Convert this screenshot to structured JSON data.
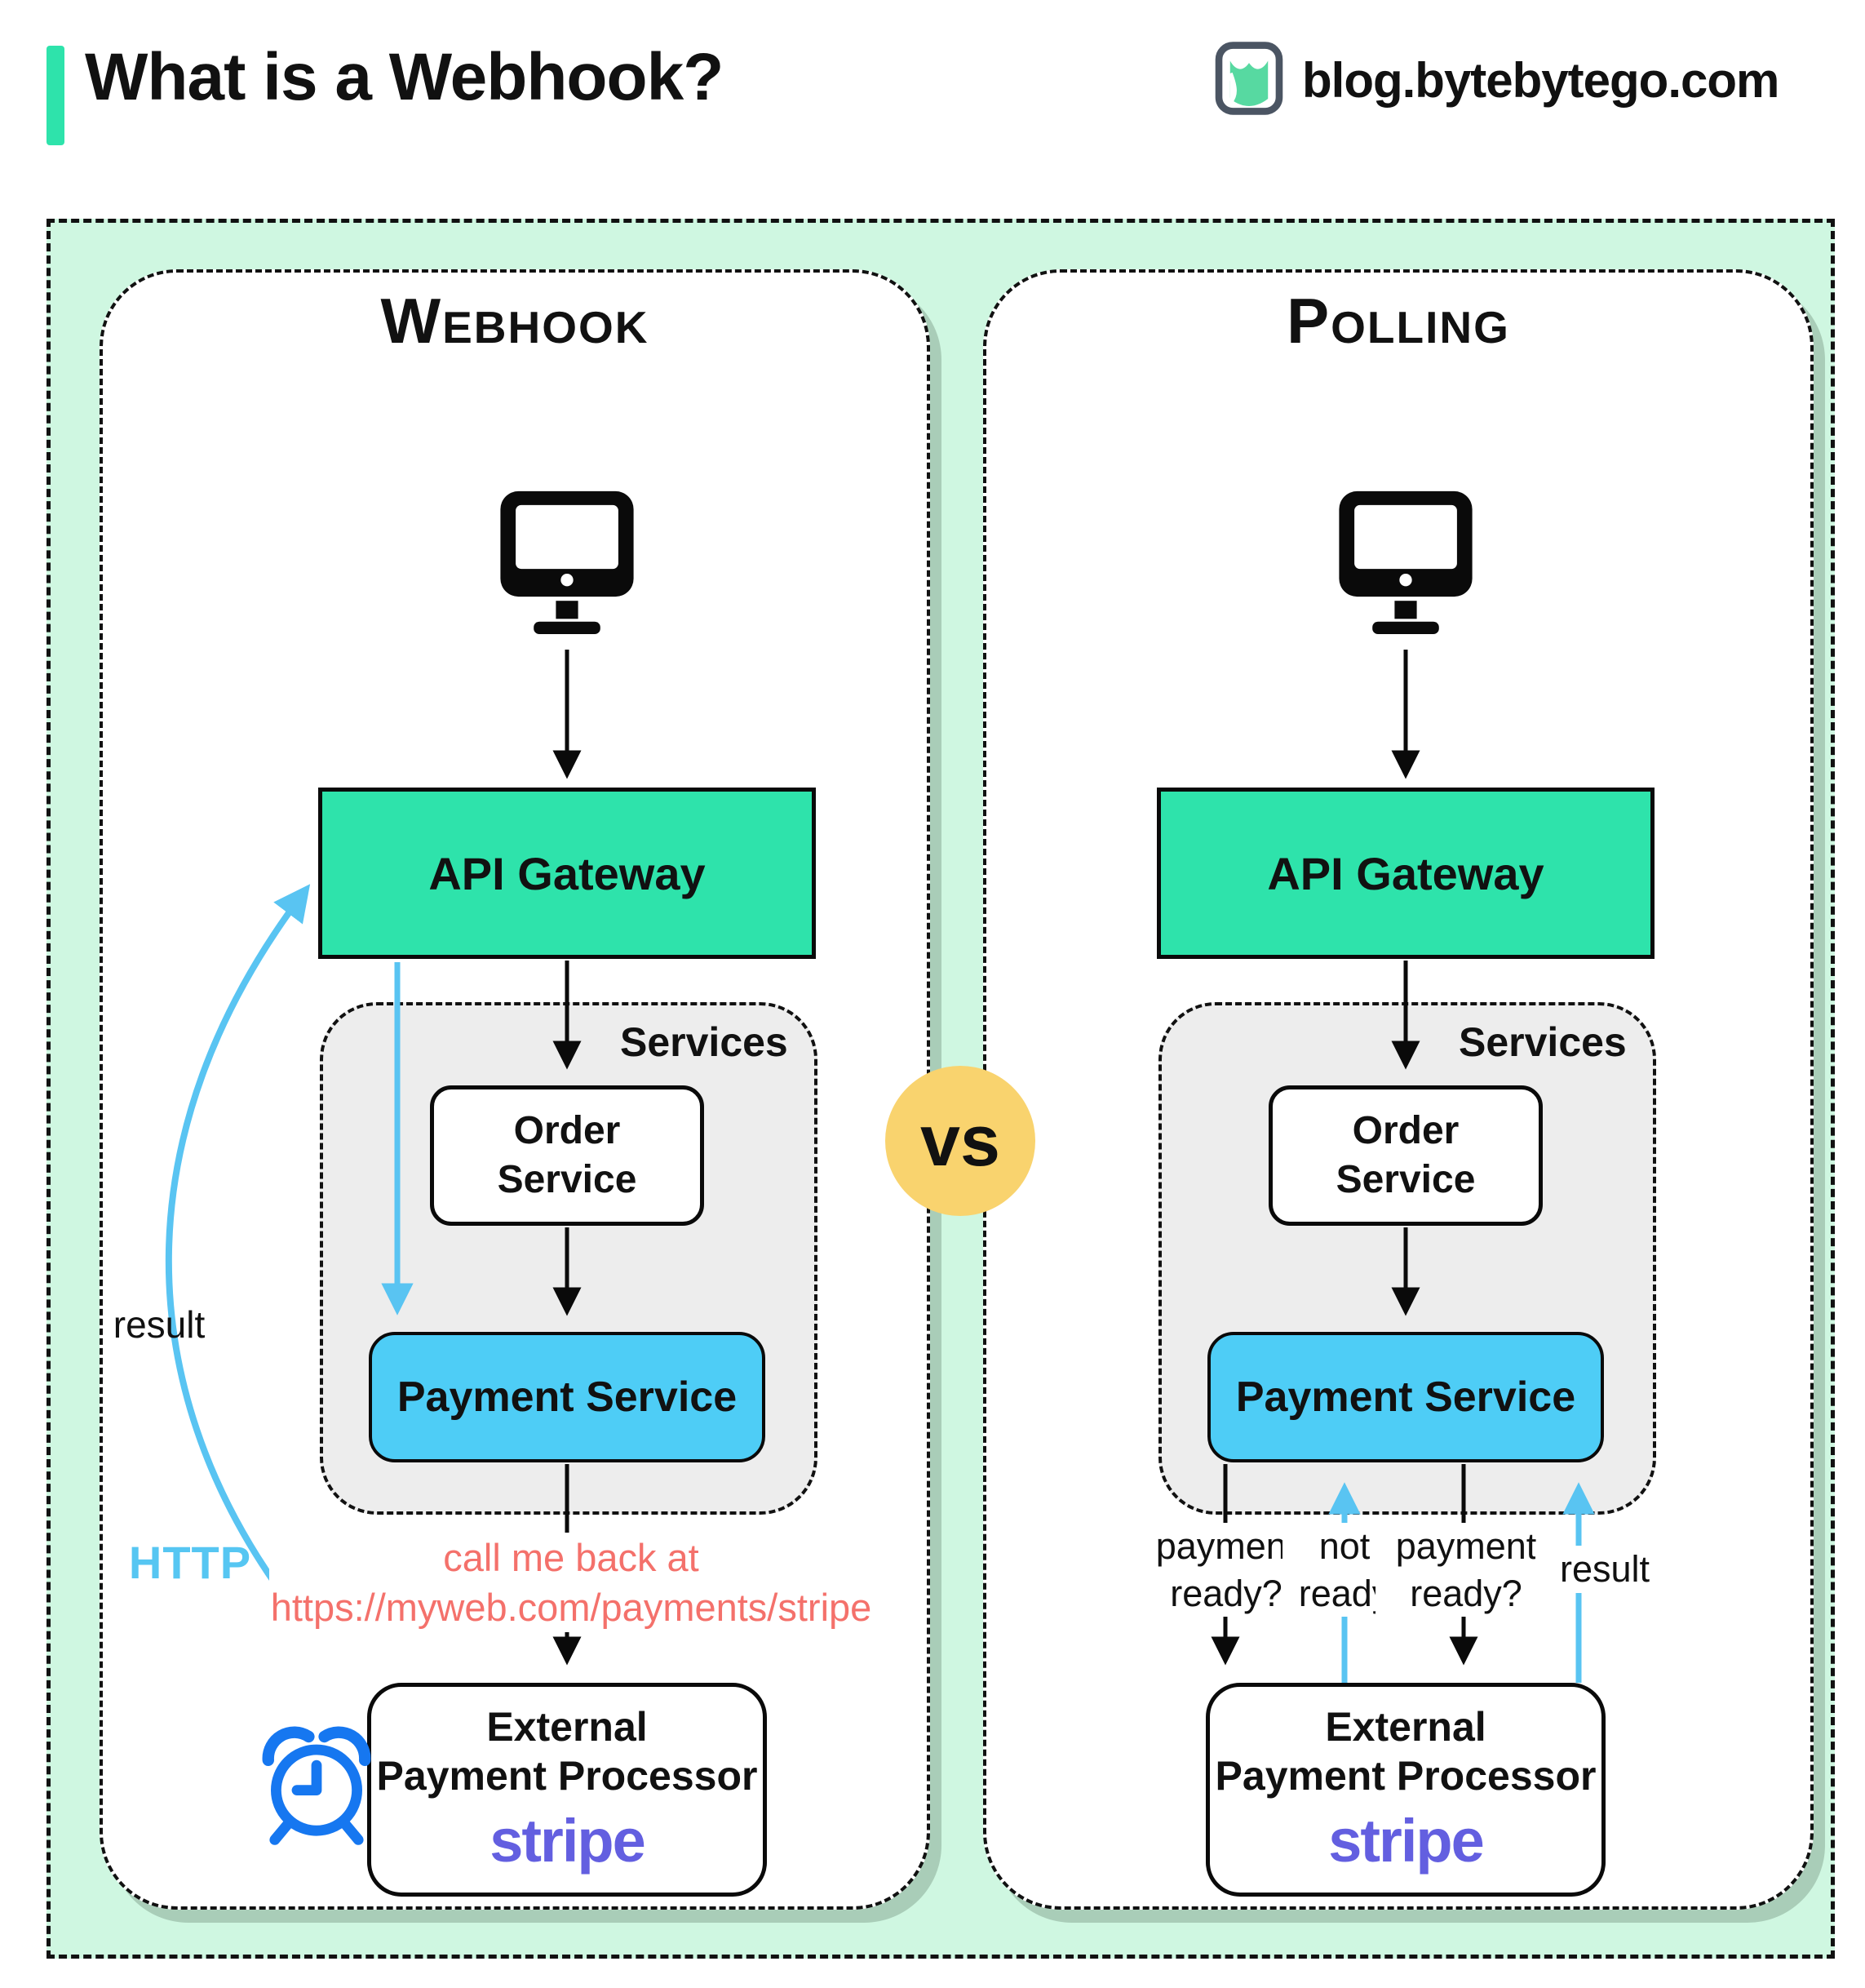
{
  "header": {
    "title": "What is a Webhook?",
    "site": "blog.bytebytego.com"
  },
  "vs": "vs",
  "webhook": {
    "title": "Webhook",
    "api_gateway": "API Gateway",
    "services": "Services",
    "order_service": "Order Service",
    "payment_service": "Payment Service",
    "external_line1": "External",
    "external_line2": "Payment Processor",
    "stripe": "stripe",
    "result": "result",
    "http": "HTTP",
    "callback_line1": "call me back at",
    "callback_line2": "https://myweb.com/payments/stripe"
  },
  "polling": {
    "title": "Polling",
    "api_gateway": "API Gateway",
    "services": "Services",
    "order_service": "Order Service",
    "payment_service": "Payment Service",
    "external_line1": "External",
    "external_line2": "Payment Processor",
    "stripe": "stripe",
    "payment_ready_1": "payment ready?",
    "not_ready": "not ready",
    "payment_ready_2": "payment ready?",
    "result": "result"
  },
  "icons": {
    "logo": "bytebytego-logo",
    "monitor": "monitor-icon",
    "alarm": "alarm-clock-icon"
  },
  "colors": {
    "accent_teal": "#2ee3ab",
    "mint_background": "#cff7e1",
    "payment_blue": "#4ecdf6",
    "arrow_blue": "#59c4f2",
    "vs_yellow": "#f9d36e",
    "callback_red": "#f4716b",
    "stripe_purple": "#635fe0",
    "clock_blue": "#1677f0",
    "services_gray": "#ededed"
  }
}
